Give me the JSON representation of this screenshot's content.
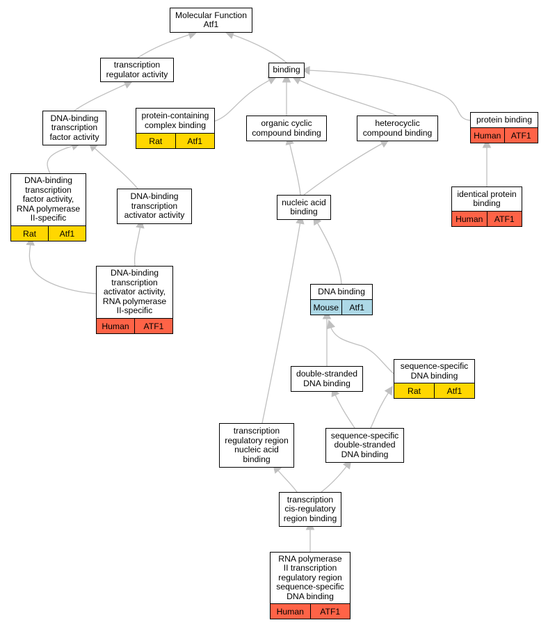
{
  "colors": {
    "edge": "#bfbfbf",
    "Human": "#ff6347",
    "Rat": "#ffd700",
    "Mouse": "#add8e6"
  },
  "nodes": [
    {
      "id": "mf",
      "label": "Molecular Function\nAtf1"
    },
    {
      "id": "tra",
      "label": "transcription\nregulator activity"
    },
    {
      "id": "binding",
      "label": "binding"
    },
    {
      "id": "dbtfa",
      "label": "DNA-binding\ntranscription\nfactor activity"
    },
    {
      "id": "pccb",
      "label": "protein-containing\ncomplex binding",
      "tags": [
        {
          "species": "Rat",
          "gene": "Atf1"
        }
      ]
    },
    {
      "id": "occb",
      "label": "organic cyclic\ncompound binding"
    },
    {
      "id": "hccb",
      "label": "heterocyclic\ncompound binding"
    },
    {
      "id": "pb",
      "label": "protein binding",
      "tags": [
        {
          "species": "Human",
          "gene": "ATF1"
        }
      ]
    },
    {
      "id": "dbtfa2",
      "label": "DNA-binding\ntranscription\nfactor activity,\nRNA polymerase\nII-specific",
      "tags": [
        {
          "species": "Rat",
          "gene": "Atf1"
        }
      ]
    },
    {
      "id": "dbtaa",
      "label": "DNA-binding\ntranscription\nactivator activity"
    },
    {
      "id": "nab",
      "label": "nucleic acid\nbinding"
    },
    {
      "id": "ipb",
      "label": "identical protein\nbinding",
      "tags": [
        {
          "species": "Human",
          "gene": "ATF1"
        }
      ]
    },
    {
      "id": "dbtaa2",
      "label": "DNA-binding\ntranscription\nactivator activity,\nRNA polymerase\nII-specific",
      "tags": [
        {
          "species": "Human",
          "gene": "ATF1"
        }
      ]
    },
    {
      "id": "dnab",
      "label": "DNA binding",
      "tags": [
        {
          "species": "Mouse",
          "gene": "Atf1"
        }
      ]
    },
    {
      "id": "dsdna",
      "label": "double-stranded\nDNA binding"
    },
    {
      "id": "ssdna",
      "label": "sequence-specific\nDNA binding",
      "tags": [
        {
          "species": "Rat",
          "gene": "Atf1"
        }
      ]
    },
    {
      "id": "trrnab",
      "label": "transcription\nregulatory region\nnucleic acid\nbinding"
    },
    {
      "id": "ssdsdna",
      "label": "sequence-specific\ndouble-stranded\nDNA binding"
    },
    {
      "id": "tcrrb",
      "label": "transcription\ncis-regulatory\nregion binding"
    },
    {
      "id": "rnap2",
      "label": "RNA polymerase\nII transcription\nregulatory region\nsequence-specific\nDNA binding",
      "tags": [
        {
          "species": "Human",
          "gene": "ATF1"
        }
      ]
    }
  ],
  "edges": [
    {
      "from": "tra",
      "to": "mf"
    },
    {
      "from": "binding",
      "to": "mf"
    },
    {
      "from": "dbtfa",
      "to": "tra"
    },
    {
      "from": "pccb",
      "to": "binding"
    },
    {
      "from": "occb",
      "to": "binding"
    },
    {
      "from": "hccb",
      "to": "binding"
    },
    {
      "from": "pb",
      "to": "binding"
    },
    {
      "from": "dbtfa2",
      "to": "dbtfa"
    },
    {
      "from": "dbtaa",
      "to": "dbtfa"
    },
    {
      "from": "nab",
      "to": "occb"
    },
    {
      "from": "nab",
      "to": "hccb"
    },
    {
      "from": "ipb",
      "to": "pb"
    },
    {
      "from": "dbtaa2",
      "to": "dbtfa2"
    },
    {
      "from": "dbtaa2",
      "to": "dbtaa"
    },
    {
      "from": "dnab",
      "to": "nab"
    },
    {
      "from": "trrnab",
      "to": "nab"
    },
    {
      "from": "dsdna",
      "to": "dnab"
    },
    {
      "from": "ssdna",
      "to": "dnab"
    },
    {
      "from": "ssdsdna",
      "to": "dsdna"
    },
    {
      "from": "ssdsdna",
      "to": "ssdna"
    },
    {
      "from": "tcrrb",
      "to": "trrnab"
    },
    {
      "from": "tcrrb",
      "to": "ssdsdna"
    },
    {
      "from": "rnap2",
      "to": "tcrrb"
    }
  ]
}
